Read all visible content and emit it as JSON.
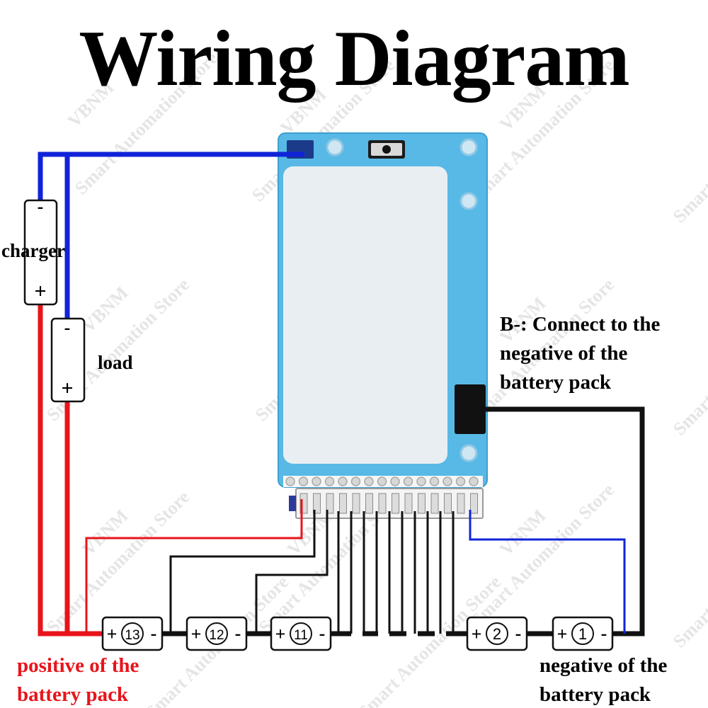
{
  "title": "Wiring Diagram",
  "labels": {
    "charger": "charger",
    "load": "load",
    "b_minus_lines": [
      "B-: Connect to the",
      "negative of the",
      "battery pack"
    ],
    "positive_lines": [
      "positive of the",
      "battery pack"
    ],
    "negative_lines": [
      "negative of the",
      "battery pack"
    ]
  },
  "charger": {
    "minus": "-",
    "plus": "+"
  },
  "load": {
    "minus": "-",
    "plus": "+"
  },
  "cells": [
    {
      "name": "cell-13",
      "number": "13",
      "plus": "+",
      "minus": "-"
    },
    {
      "name": "cell-12",
      "number": "12",
      "plus": "+",
      "minus": "-"
    },
    {
      "name": "cell-11",
      "number": "11",
      "plus": "+",
      "minus": "-"
    },
    {
      "name": "cell-2",
      "number": "2",
      "plus": "+",
      "minus": "-"
    },
    {
      "name": "cell-1",
      "number": "1",
      "plus": "+",
      "minus": "-"
    }
  ],
  "watermark": {
    "line1": "VBNM",
    "line2": "Smart Automation Store"
  },
  "colors": {
    "positive_wire": "#e8141b",
    "negative_wire": "#1023d8",
    "balance_wire": "#111111",
    "board": "#58b9e6",
    "label_area": "#e9eef2"
  }
}
